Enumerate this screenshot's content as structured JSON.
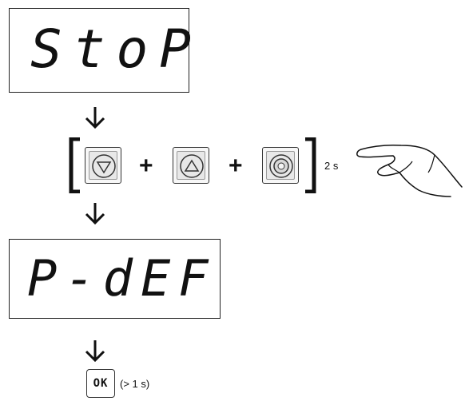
{
  "display_1": {
    "text": "StoP"
  },
  "display_2": {
    "text": "P-dEF"
  },
  "combo": {
    "keys": [
      "down-arrow-key",
      "up-arrow-key",
      "enter-key"
    ],
    "plus_1": "+",
    "plus_2": "+",
    "hold_time": "2 s"
  },
  "confirm": {
    "key_label": "OK",
    "hold_note": "(> 1 s)"
  },
  "icons": [
    "down-arrow-icon",
    "hand-icon"
  ]
}
